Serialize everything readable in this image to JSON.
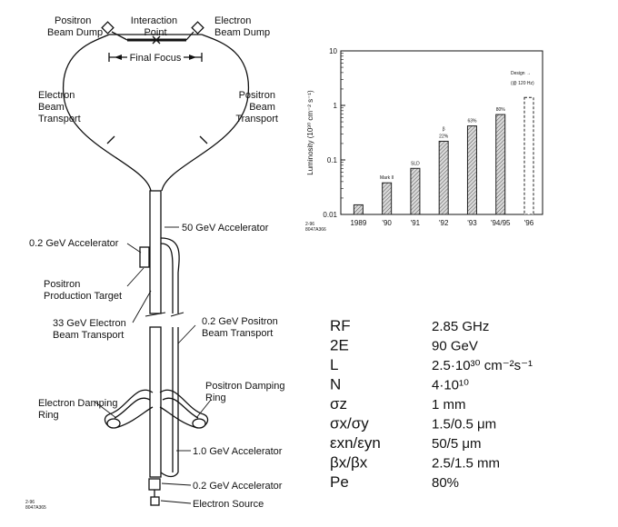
{
  "diagram": {
    "labels": {
      "positron_dump": [
        "Positron",
        "Beam Dump"
      ],
      "interaction_point": [
        "Interaction",
        "Point"
      ],
      "electron_dump": [
        "Electron",
        "Beam Dump"
      ],
      "final_focus": "Final Focus",
      "electron_transport": [
        "Electron",
        "Beam",
        "Transport"
      ],
      "positron_transport": [
        "Positron",
        "Beam",
        "Transport"
      ],
      "accel_50": "50 GeV Accelerator",
      "accel_02_top": "0.2 GeV Accelerator",
      "positron_target": [
        "Positron",
        "Production Target"
      ],
      "electron_33": [
        "33 GeV Electron",
        "Beam Transport"
      ],
      "positron_02": [
        "0.2 GeV Positron",
        "Beam Transport"
      ],
      "damping_electron": [
        "Electron Damping",
        "Ring"
      ],
      "damping_positron": [
        "Positron Damping",
        "Ring"
      ],
      "accel_10": "1.0 GeV Accelerator",
      "accel_02_bottom": "0.2 GeV Accelerator",
      "electron_source": "Electron Source",
      "code": [
        "2-96",
        "8047A365"
      ]
    }
  },
  "chart_data": {
    "type": "bar",
    "y_scale": "log",
    "ylim": [
      0.01,
      10
    ],
    "ylabel": "Luminosity (10³⁰ cm⁻² s⁻¹)",
    "ytick_labels": [
      "0.01",
      "0.1",
      "1",
      "10"
    ],
    "categories": [
      "1989",
      "'90",
      "'91",
      "'92",
      "'93",
      "'94/95",
      "'96"
    ],
    "values": [
      0.015,
      0.038,
      0.07,
      0.22,
      0.42,
      0.68,
      1.4
    ],
    "bar_styles": [
      "hatched",
      "hatched",
      "hatched",
      "hatched",
      "hatched",
      "hatched",
      "dashed-outline"
    ],
    "bar_labels": [
      "",
      "Mark II",
      "SLD",
      "22%",
      "63%",
      "80%",
      ""
    ],
    "bar_label_extra": [
      "",
      "",
      "",
      "β",
      "",
      "",
      ""
    ],
    "annotation": [
      "Design →",
      "(@ 120 Hz)"
    ],
    "code": [
      "2-96",
      "8047A366"
    ],
    "colors": {
      "bar_fill": "#bdbdbd",
      "bar_stroke": "#222222"
    }
  },
  "parameters": [
    {
      "name": "RF",
      "value": "2.85 GHz"
    },
    {
      "name": "2E",
      "value": "90 GeV"
    },
    {
      "name": "L",
      "value": "2.5·10³⁰ cm⁻²s⁻¹"
    },
    {
      "name": "N",
      "value": "4·10¹⁰"
    },
    {
      "name": "σz",
      "value": "1 mm"
    },
    {
      "name": "σx/σy",
      "value": "1.5/0.5 μm"
    },
    {
      "name": "εxn/εyn",
      "value": "50/5 μm"
    },
    {
      "name": "βx/βx",
      "value": "2.5/1.5 mm"
    },
    {
      "name": "Pe",
      "value": "80%"
    }
  ]
}
